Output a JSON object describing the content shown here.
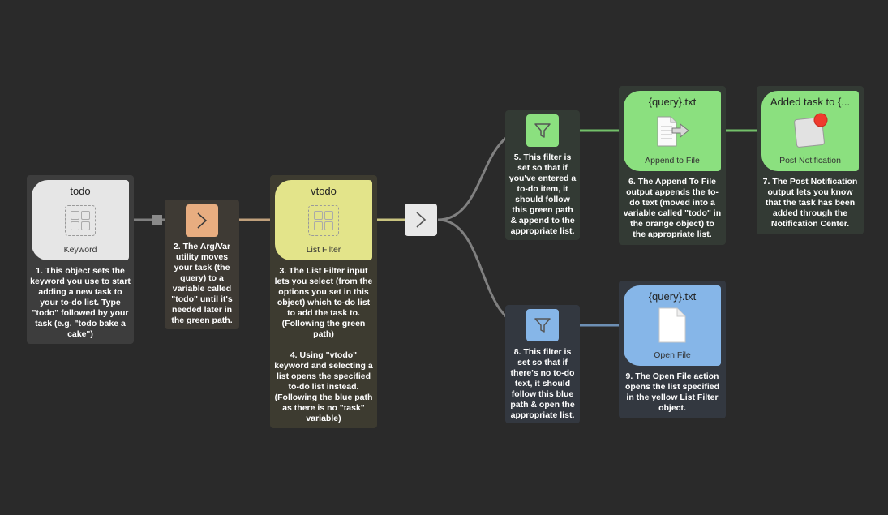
{
  "colors": {
    "background": "#2a2a2a",
    "keyword": "#e6e6e6",
    "argvar": "#e8ad80",
    "listfilter": "#e3e48a",
    "green": "#8be07f",
    "blue": "#86b6e8",
    "wire_gray": "#808080",
    "wire_green": "#73c069",
    "wire_blue": "#6d8fb4",
    "wire_orange": "#c0a07c",
    "wire_yellow": "#c9c480"
  },
  "keyword": {
    "title": "todo",
    "sub": "Keyword",
    "icon": "keyword-grid-icon",
    "note": "1. This object sets the\nkeyword you use to start\nadding a new task to\nyour to-do list. Type\n\"todo\" followed by your\ntask (e.g. \"todo bake a\ncake\")"
  },
  "argvar": {
    "icon": "chevron-right-icon",
    "note": "2. The Arg/Var\nutility moves\nyour task (the\nquery) to a\nvariable called\n\"todo\" until it's\nneeded later in\nthe green path."
  },
  "listfilter": {
    "title": "vtodo",
    "sub": "List Filter",
    "icon": "keyword-grid-icon",
    "note": "3. The List Filter input\nlets you select (from the\noptions you set in this\nobject) which to-do list\nto add the task to.\n(Following the green\npath)\n\n4. Using \"vtodo\"\nkeyword and selecting a\nlist opens the specified\nto-do list instead.\n(Following the blue path\nas there is no \"task\"\nvariable)"
  },
  "junction": {
    "icon": "chevron-right-icon"
  },
  "filter_green": {
    "icon": "funnel-icon",
    "note": "5. This filter is\nset so that if\nyou've entered a\nto-do item, it\nshould follow\nthis green path\n& append to the\nappropriate list."
  },
  "append": {
    "title": "{query}.txt",
    "sub": "Append to File",
    "icon": "append-file-icon",
    "note": "6. The Append To File\noutput appends the to-\ndo text (moved into a\nvariable called \"todo\" in\nthe orange object) to\nthe appropriate list."
  },
  "notify": {
    "title": "Added task to {...",
    "sub": "Post Notification",
    "icon": "notification-icon",
    "note": "7. The Post Notification\noutput lets you know\nthat the task has been\nadded through the\nNotification Center."
  },
  "filter_blue": {
    "icon": "funnel-icon",
    "note": "8. This filter is\nset so that if\nthere's no to-do\ntext, it should\nfollow this blue\npath & open the\nappropriate list."
  },
  "openfile": {
    "title": "{query}.txt",
    "sub": "Open File",
    "icon": "document-icon",
    "note": "9. The Open File action\nopens the list specified\nin the yellow List Filter\nobject."
  }
}
